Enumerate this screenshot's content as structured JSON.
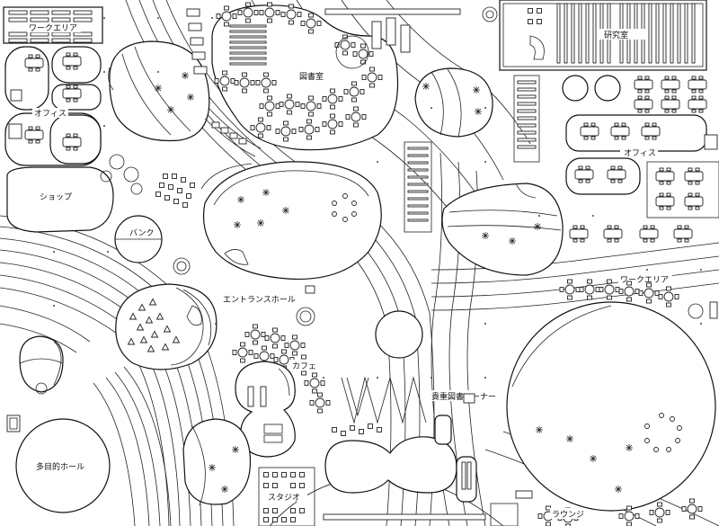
{
  "labels": {
    "work_area_top": "ワークエリア",
    "office_left": "オフィス",
    "shop": "ショップ",
    "bank": "バンク",
    "library": "図書室",
    "research_room": "研究室",
    "office_right": "オフィス",
    "work_area_right": "ワークエリア",
    "entrance_hall": "エントランスホール",
    "cafe": "カフェ",
    "rare_books": "貴重図書コーナー",
    "multipurpose_hall": "多目的ホール",
    "studio": "スタジオ",
    "lounge": "ラウンジ"
  }
}
